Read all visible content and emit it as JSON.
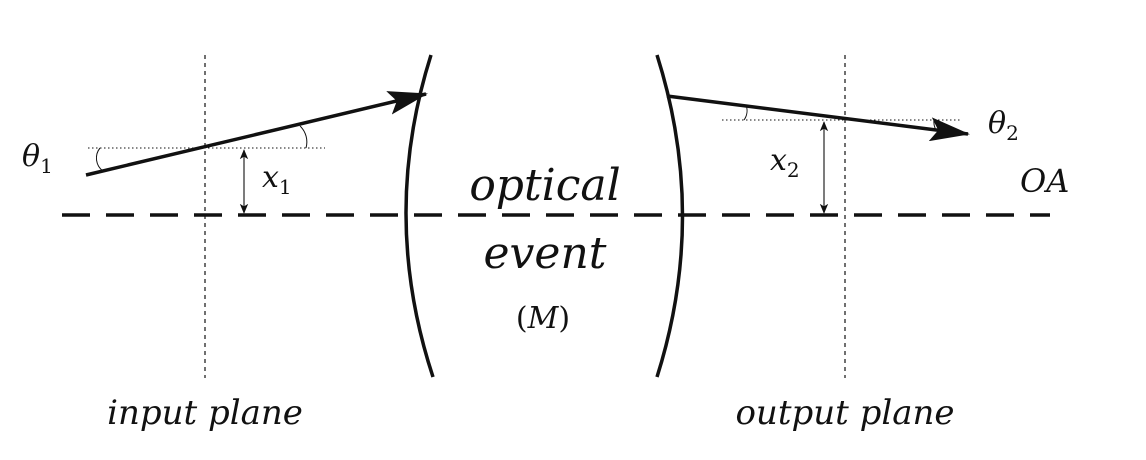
{
  "labels": {
    "theta1": "θ",
    "theta1_sub": "1",
    "x1": "x",
    "x1_sub": "1",
    "x2": "x",
    "x2_sub": "2",
    "theta2": "θ",
    "theta2_sub": "2",
    "optical_axis": "OA",
    "event_line1": "optical",
    "event_line2": "event",
    "matrix_open": "(",
    "matrix_symbol": "M",
    "matrix_close": ")",
    "input_plane": "input plane",
    "output_plane": "output plane"
  },
  "colors": {
    "ink": "#111111",
    "background": "#ffffff"
  }
}
